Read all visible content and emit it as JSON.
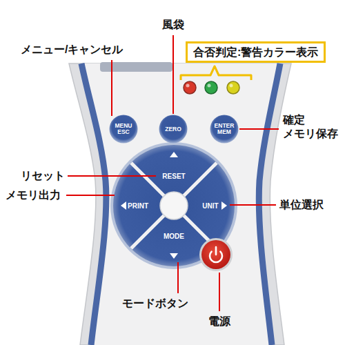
{
  "diagram": {
    "nodes": [
      {
        "text": [
          "合否判定:警告カラー表示"
        ]
      },
      {
        "text": [
          "MENU ESC"
        ]
      },
      {
        "text": [
          "ZERO"
        ]
      },
      {
        "text": [
          "ENTER MEM"
        ]
      },
      {
        "text": [
          "RESET"
        ]
      },
      {
        "text": [
          "PRINT"
        ]
      },
      {
        "text": [
          "UNIT"
        ]
      },
      {
        "text": [
          "MODE"
        ]
      }
    ],
    "labels": [
      "メニュー/キャンセル",
      "風袋",
      "確定 メモリ保存",
      "リセット",
      "メモリ出力",
      "単位選択",
      "モードボタン",
      "電源"
    ]
  }
}
